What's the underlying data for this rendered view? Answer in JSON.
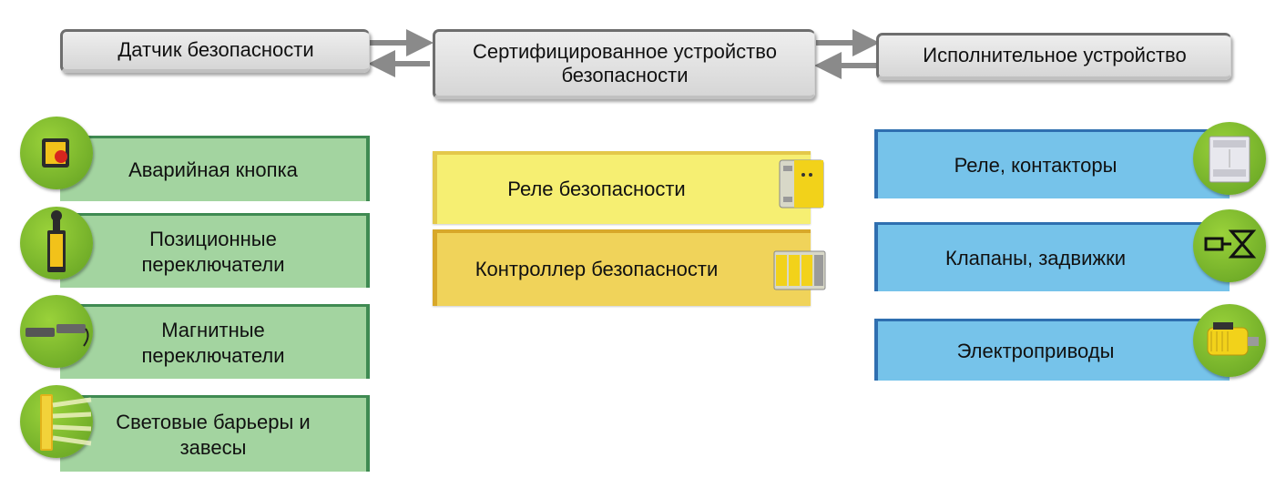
{
  "header": {
    "sensor": "Датчик безопасности",
    "certified": "Сертифицированное устройство безопасности",
    "actuator": "Исполнительное устройство"
  },
  "sensors": [
    {
      "label": "Аварийная кнопка",
      "icon": "emergency-stop-icon"
    },
    {
      "label": "Позиционные переключатели",
      "icon": "position-switch-icon"
    },
    {
      "label": "Магнитные переключатели",
      "icon": "magnetic-switch-icon"
    },
    {
      "label": "Световые барьеры и завесы",
      "icon": "light-curtain-icon"
    }
  ],
  "safety_devices": [
    {
      "label": "Реле безопасности",
      "icon": "safety-relay-icon"
    },
    {
      "label": "Контроллер безопасности",
      "icon": "safety-controller-icon"
    }
  ],
  "actuators": [
    {
      "label": "Реле, контакторы",
      "icon": "contactor-icon"
    },
    {
      "label": "Клапаны, задвижки",
      "icon": "valve-icon"
    },
    {
      "label": "Электроприводы",
      "icon": "electric-motor-icon"
    }
  ],
  "colors": {
    "sensor_box": "#a3d4a0",
    "sensor_border": "#3f8a52",
    "relay_box": "#f6ef72",
    "controller_box": "#f0d35a",
    "actuator_box": "#76c3ea",
    "actuator_border": "#2f6fb0",
    "icon_circle": "#7dbb2c",
    "header_box": "#e2e2e2",
    "arrow": "#8a8a8a"
  }
}
